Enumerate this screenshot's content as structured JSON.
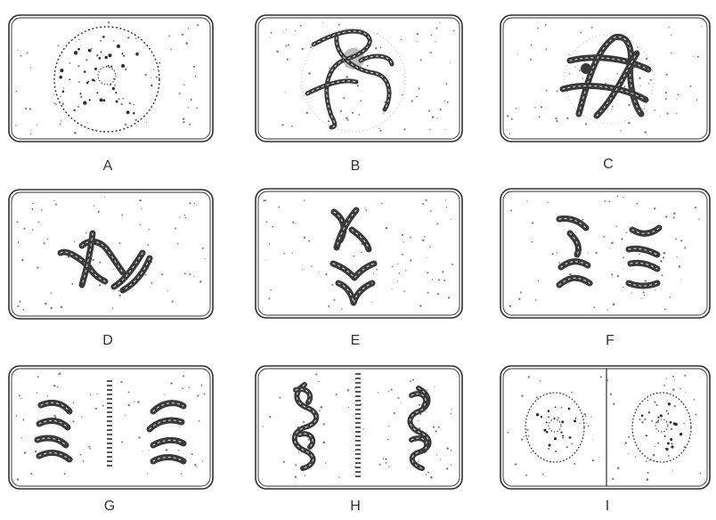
{
  "figure": {
    "panels": [
      {
        "label": "A",
        "stage_drawn": "resting nucleus"
      },
      {
        "label": "B",
        "stage_drawn": "spireme thread"
      },
      {
        "label": "C",
        "stage_drawn": "thickened spireme"
      },
      {
        "label": "D",
        "stage_drawn": "chromosomes"
      },
      {
        "label": "E",
        "stage_drawn": "equatorial plate"
      },
      {
        "label": "F",
        "stage_drawn": "separation"
      },
      {
        "label": "G",
        "stage_drawn": "poles with cell plate"
      },
      {
        "label": "H",
        "stage_drawn": "twisted chromosomes"
      },
      {
        "label": "I",
        "stage_drawn": "two daughter cells"
      }
    ]
  },
  "colors": {
    "ink": "#2f2f2f",
    "chromosome": "#3a3a3a",
    "stipple": "#7a7a7a",
    "paper": "#ffffff"
  }
}
